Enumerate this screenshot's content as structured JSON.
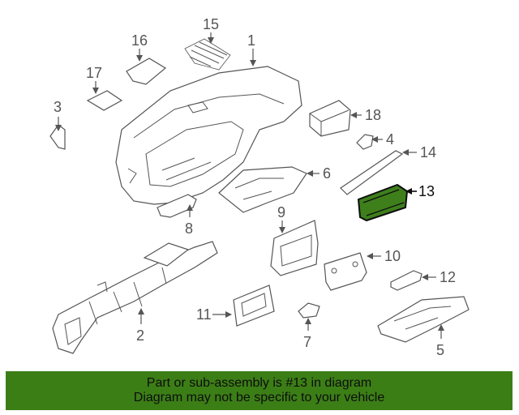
{
  "diagram": {
    "callouts": [
      "1",
      "2",
      "3",
      "4",
      "5",
      "6",
      "7",
      "8",
      "9",
      "10",
      "11",
      "12",
      "13",
      "14",
      "15",
      "16",
      "17",
      "18"
    ],
    "highlighted_callout": "13",
    "highlight_color": "#3e7f1c"
  },
  "banner": {
    "line1": "Part or sub-assembly is #13 in diagram",
    "line2": "Diagram may not be specific to your vehicle",
    "background": "#3c7e16"
  }
}
